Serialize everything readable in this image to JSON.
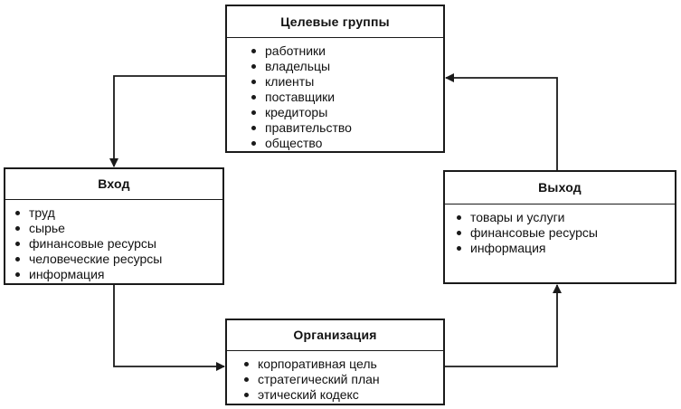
{
  "target_groups": {
    "title": "Целевые группы",
    "items": [
      "работники",
      "владельцы",
      "клиенты",
      "поставщики",
      "кредиторы",
      "правительство",
      "общество"
    ]
  },
  "input": {
    "title": "Вход",
    "items": [
      "труд",
      "сырье",
      "финансовые ресурсы",
      "человеческие ресурсы",
      "информация"
    ]
  },
  "output": {
    "title": "Выход",
    "items": [
      "товары и услуги",
      "финансовые ресурсы",
      "информация"
    ]
  },
  "organization": {
    "title": "Организация",
    "items": [
      "корпоративная цель",
      "стратегический план",
      "этический кодекс"
    ]
  }
}
